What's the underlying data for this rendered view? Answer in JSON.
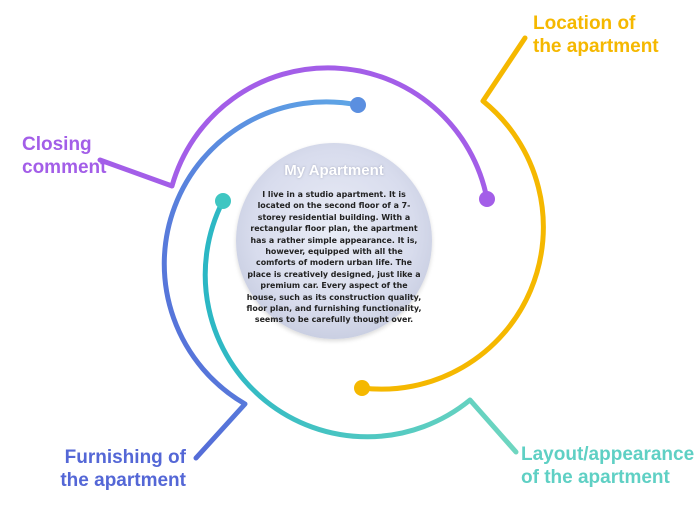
{
  "center": {
    "title": "My Apartment",
    "body": "I live in a studio apartment. It is located on the second floor of a 7-storey residential building. With a rectangular floor plan, the apartment has a rather simple appearance. It is, however, equipped with all the comforts of modern urban life. The place is creatively designed, just like a premium car. Every aspect of the house, such as its construction quality, floor plan, and furnishing functionality, seems to be carefully thought over."
  },
  "labels": {
    "location": {
      "line1": "Location of",
      "line2": "the apartment",
      "color": "#f5b800"
    },
    "closing": {
      "line1": "Closing",
      "line2": "comment",
      "color": "#a35ee8"
    },
    "furnishing": {
      "line1": "Furnishing of",
      "line2": "the apartment",
      "color": "#5467d6"
    },
    "layout": {
      "line1": "Layout/appearance",
      "line2": "of the apartment",
      "color": "#5fd0c4"
    }
  },
  "colors": {
    "purple": "#a35ee8",
    "yellow": "#f5b800",
    "blue": "#5b8fe0",
    "indigo": "#5467d6",
    "teal": "#3fc6c2",
    "aqua": "#5fd0c4"
  }
}
